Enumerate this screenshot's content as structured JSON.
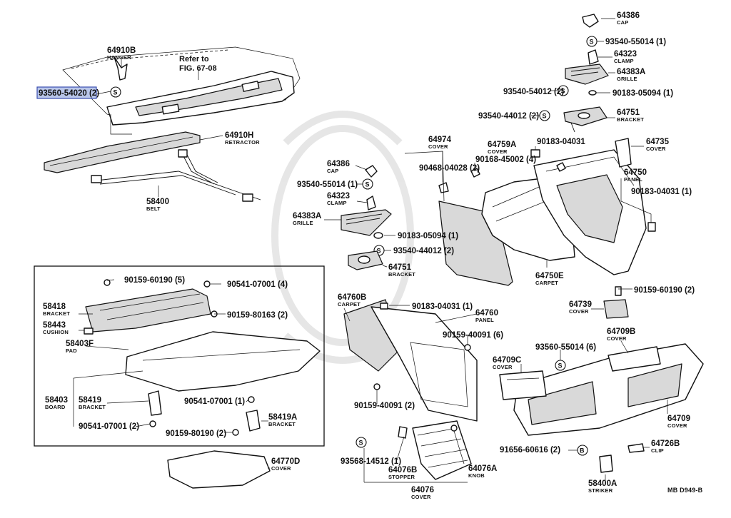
{
  "diagram": {
    "reference_note": [
      "Refer to",
      "FIG. 67-08"
    ],
    "catalog_code": "MB D949-B",
    "highlighted_part": "93560-54020 (2)",
    "symbols": {
      "s": "S",
      "b": "B"
    },
    "callouts": [
      {
        "id": "c1",
        "number": "64910B",
        "desc": "HANGER"
      },
      {
        "id": "c2",
        "number": "64910H",
        "desc": "RETRACTOR"
      },
      {
        "id": "c3",
        "number": "58400",
        "desc": "BELT"
      },
      {
        "id": "c4",
        "number": "93560-54020 (2)",
        "desc": ""
      },
      {
        "id": "c5",
        "number": "64386",
        "desc": "CAP"
      },
      {
        "id": "c6",
        "number": "93540-55014 (1)",
        "desc": ""
      },
      {
        "id": "c7",
        "number": "64323",
        "desc": "CLAMP"
      },
      {
        "id": "c8",
        "number": "64383A",
        "desc": "GRILLE"
      },
      {
        "id": "c9",
        "number": "93540-54012 (2)",
        "desc": ""
      },
      {
        "id": "c10",
        "number": "90183-05094 (1)",
        "desc": ""
      },
      {
        "id": "c11",
        "number": "93540-44012 (2)",
        "desc": ""
      },
      {
        "id": "c12",
        "number": "64751",
        "desc": "BRACKET"
      },
      {
        "id": "c13",
        "number": "64386",
        "desc": "CAP"
      },
      {
        "id": "c14",
        "number": "93540-55014 (1)",
        "desc": ""
      },
      {
        "id": "c15",
        "number": "64323",
        "desc": "CLAMP"
      },
      {
        "id": "c16",
        "number": "64383A",
        "desc": "GRILLE"
      },
      {
        "id": "c17",
        "number": "90183-05094 (1)",
        "desc": ""
      },
      {
        "id": "c18",
        "number": "93540-44012 (2)",
        "desc": ""
      },
      {
        "id": "c19",
        "number": "64751",
        "desc": "BRACKET"
      },
      {
        "id": "c20",
        "number": "64974",
        "desc": "COVER"
      },
      {
        "id": "c21",
        "number": "90468-04028 (2)",
        "desc": ""
      },
      {
        "id": "c22",
        "number": "64759A",
        "desc": "COVER"
      },
      {
        "id": "c23",
        "number": "90168-45002 (4)",
        "desc": ""
      },
      {
        "id": "c24",
        "number": "90183-04031",
        "desc": ""
      },
      {
        "id": "c25",
        "number": "64735",
        "desc": "COVER"
      },
      {
        "id": "c26",
        "number": "64750",
        "desc": "PANEL"
      },
      {
        "id": "c27",
        "number": "90183-04031 (1)",
        "desc": ""
      },
      {
        "id": "c28",
        "number": "64750E",
        "desc": "CARPET"
      },
      {
        "id": "c29",
        "number": "90159-60190 (2)",
        "desc": ""
      },
      {
        "id": "c30",
        "number": "64739",
        "desc": "COVER"
      },
      {
        "id": "c31",
        "number": "90159-60190 (5)",
        "desc": ""
      },
      {
        "id": "c32",
        "number": "90541-07001 (4)",
        "desc": ""
      },
      {
        "id": "c33",
        "number": "58418",
        "desc": "BRACKET"
      },
      {
        "id": "c34",
        "number": "90159-80163 (2)",
        "desc": ""
      },
      {
        "id": "c35",
        "number": "58443",
        "desc": "CUSHION"
      },
      {
        "id": "c36",
        "number": "58403F",
        "desc": "PAD"
      },
      {
        "id": "c37",
        "number": "58403",
        "desc": "BOARD"
      },
      {
        "id": "c38",
        "number": "58419",
        "desc": "BRACKET"
      },
      {
        "id": "c39",
        "number": "90541-07001 (1)",
        "desc": ""
      },
      {
        "id": "c40",
        "number": "58419A",
        "desc": "BRACKET"
      },
      {
        "id": "c41",
        "number": "90541-07001 (2)",
        "desc": ""
      },
      {
        "id": "c42",
        "number": "90159-80190 (2)",
        "desc": ""
      },
      {
        "id": "c43",
        "number": "64770D",
        "desc": "COVER"
      },
      {
        "id": "c44",
        "number": "64760B",
        "desc": "CARPET"
      },
      {
        "id": "c45",
        "number": "90183-04031 (1)",
        "desc": ""
      },
      {
        "id": "c46",
        "number": "64760",
        "desc": "PANEL"
      },
      {
        "id": "c47",
        "number": "90159-40091 (6)",
        "desc": ""
      },
      {
        "id": "c48",
        "number": "90159-40091 (2)",
        "desc": ""
      },
      {
        "id": "c49",
        "number": "93568-14512 (1)",
        "desc": ""
      },
      {
        "id": "c50",
        "number": "64076B",
        "desc": "STOPPER"
      },
      {
        "id": "c51",
        "number": "64076A",
        "desc": "KNOB"
      },
      {
        "id": "c52",
        "number": "64076",
        "desc": "COVER"
      },
      {
        "id": "c53",
        "number": "64709C",
        "desc": "COVER"
      },
      {
        "id": "c54",
        "number": "93560-55014 (6)",
        "desc": ""
      },
      {
        "id": "c55",
        "number": "64709B",
        "desc": "COVER"
      },
      {
        "id": "c56",
        "number": "64709",
        "desc": "COVER"
      },
      {
        "id": "c57",
        "number": "91656-60616 (2)",
        "desc": ""
      },
      {
        "id": "c58",
        "number": "64726B",
        "desc": "CLIP"
      },
      {
        "id": "c59",
        "number": "58400A",
        "desc": "STRIKER"
      }
    ]
  }
}
